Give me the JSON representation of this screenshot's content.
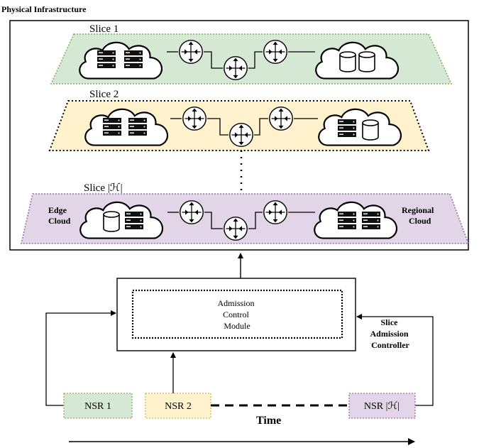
{
  "header": {
    "title": "Physical Infrastructure"
  },
  "slices": [
    {
      "label": "Slice 1",
      "fill": "#d5e8d4",
      "border": "#82b366"
    },
    {
      "label": "Slice 2",
      "fill": "#fff2cc",
      "border": "#000000"
    },
    {
      "label": "Slice |ℋ|",
      "fill": "#e1d5e7",
      "border": "#9673a6",
      "left_label": [
        "Edge",
        "Cloud"
      ],
      "right_label": [
        "Regional",
        "Cloud"
      ]
    }
  ],
  "controller": {
    "module_lines": [
      "Admission",
      "Control",
      "Module"
    ],
    "side_label": [
      "Slice",
      "Admission",
      "Controller"
    ]
  },
  "requests": [
    {
      "label": "NSR 1",
      "fill": "#d5e8d4",
      "border": "#82b366"
    },
    {
      "label": "NSR 2",
      "fill": "#fff2cc",
      "border": "#d6b656"
    },
    {
      "label": "NSR |ℋ|",
      "fill": "#e1d5e7",
      "border": "#9673a6"
    }
  ],
  "timeline": {
    "label": "Time"
  },
  "icons": {
    "router": "router-icon",
    "server": "server-rack-icon",
    "database": "database-icon",
    "cloud": "cloud-icon"
  }
}
